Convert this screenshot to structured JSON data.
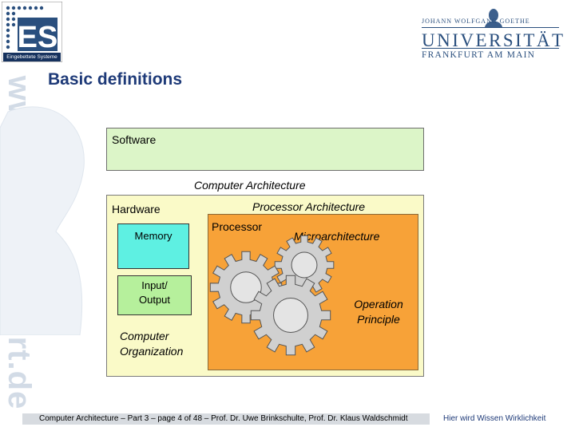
{
  "header": {
    "watermark": "www.uni-frankfurt.de",
    "es_logo": {
      "letters": "ES",
      "caption": "Eingebettete Systeme"
    },
    "university": {
      "top_line": "JOHANN WOLFGANG GOETHE",
      "name": "UNIVERSITÄT",
      "city": "FRANKFURT AM MAIN"
    }
  },
  "slide": {
    "title": "Basic definitions"
  },
  "diagram": {
    "software": "Software",
    "computer_architecture": "Computer Architecture",
    "hardware": "Hardware",
    "memory": "Memory",
    "input_output": "Input/\nOutput",
    "computer_organization": "Computer\nOrganization",
    "processor_architecture": "Processor Architecture",
    "processor": "Processor",
    "microarchitecture": "Microarchitecture",
    "operation_principle": "Operation\nPrinciple"
  },
  "colors": {
    "software_fill": "#dcf5c8",
    "hardware_fill": "#fafac8",
    "memory_fill": "#5ef0e2",
    "io_fill": "#b6f09c",
    "processor_fill": "#f7a238",
    "gear_fill": "#d0d0d0",
    "title_color": "#1e3a78"
  },
  "footer": {
    "text": "Computer Architecture – Part 3 – page 4 of 48 – Prof. Dr. Uwe Brinkschulte, Prof. Dr. Klaus Waldschmidt",
    "slogan": "Hier wird Wissen Wirklichkeit"
  }
}
